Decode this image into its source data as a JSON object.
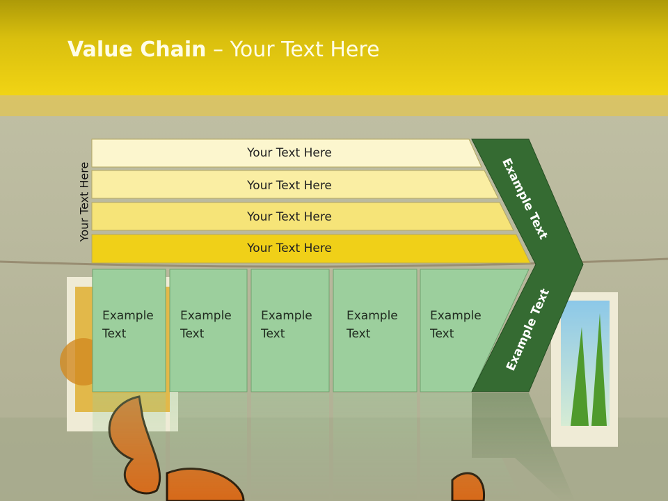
{
  "slide": {
    "title_bold": "Value Chain",
    "title_rest": " – Your Text Here"
  },
  "diagram": {
    "side_label": "Your Text Here",
    "bars": [
      {
        "label": "Your Text Here",
        "color": "#fcf6ce"
      },
      {
        "label": "Your Text Here",
        "color": "#faeea3"
      },
      {
        "label": "Your Text Here",
        "color": "#f6e478"
      },
      {
        "label": "Your Text Here",
        "color": "#f0d018"
      }
    ],
    "cells": [
      {
        "line1": "Example",
        "line2": "Text"
      },
      {
        "line1": "Example",
        "line2": "Text"
      },
      {
        "line1": "Example",
        "line2": "Text"
      },
      {
        "line1": "Example",
        "line2": "Text"
      },
      {
        "line1": "Example",
        "line2": "Text"
      }
    ],
    "cell_color": "#9ccf9d",
    "chevron_color": "#356b32",
    "chevron_upper_text": "Example Text",
    "chevron_lower_text": "Example Text"
  }
}
